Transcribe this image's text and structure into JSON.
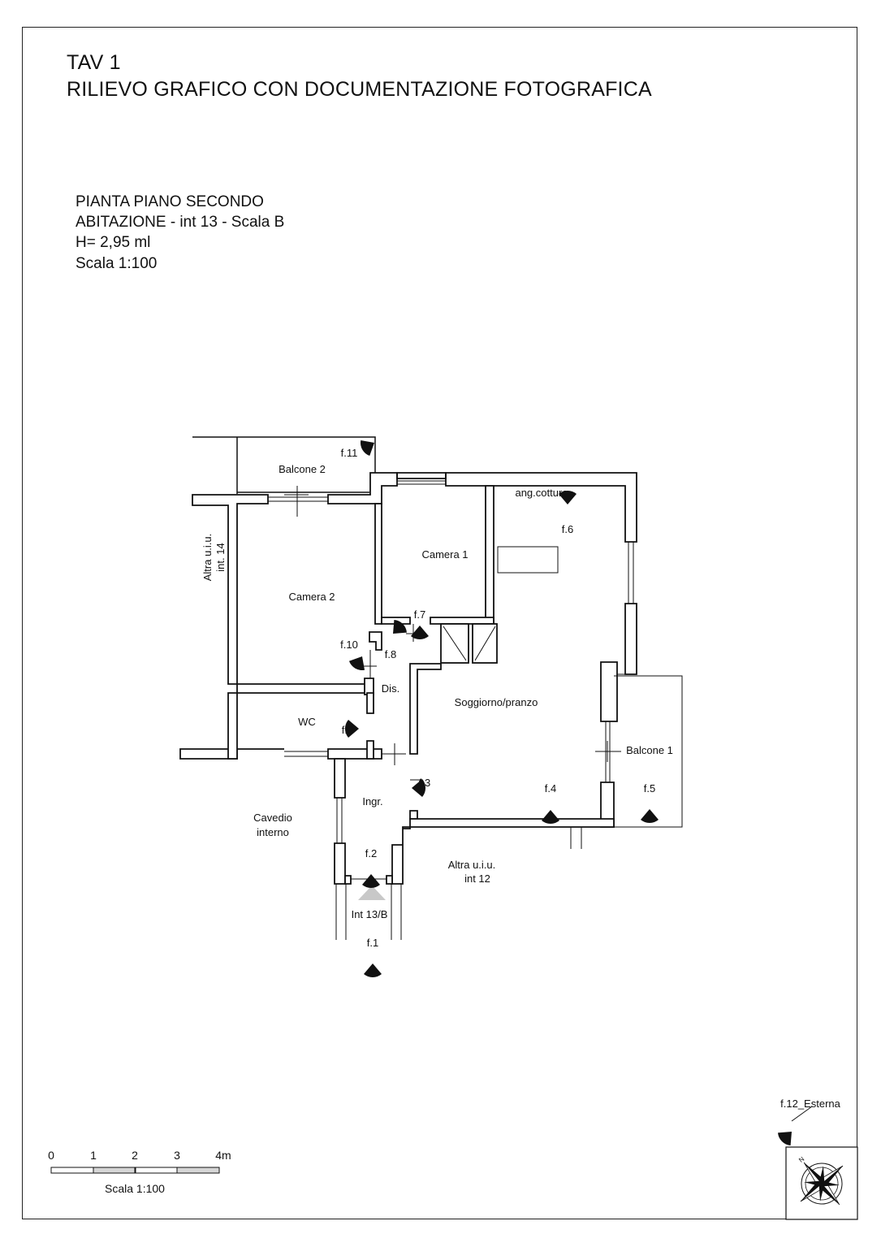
{
  "header": {
    "tav": "TAV 1",
    "subtitle": "RILIEVO GRAFICO CON DOCUMENTAZIONE FOTOGRAFICA"
  },
  "info": {
    "line1": "PIANTA PIANO SECONDO",
    "line2": "ABITAZIONE - int 13 - Scala B",
    "line3": "H= 2,95 ml",
    "line4": "Scala 1:100"
  },
  "rooms": {
    "balcone2": "Balcone 2",
    "camera1": "Camera 1",
    "camera2": "Camera 2",
    "ang_cottura": "ang.cottura",
    "soggiorno": "Soggiorno/pranzo",
    "dis": "Dis.",
    "wc": "WC",
    "balcone1": "Balcone 1",
    "ingr": "Ingr.",
    "cavedio_1": "Cavedio",
    "cavedio_2": "interno",
    "altra12_1": "Altra u.i.u.",
    "altra12_2": "int 12",
    "altra14_1": "Altra u.i.u.",
    "altra14_2": "int. 14",
    "int13b": "Int 13/B"
  },
  "photos": {
    "f1": "f.1",
    "f2": "f.2",
    "f3": "f.3",
    "f4": "f.4",
    "f5": "f.5",
    "f6": "f.6",
    "f7": "f.7",
    "f8": "f.8",
    "f9": "f.9",
    "f10": "f.10",
    "f11": "f.11",
    "f12": "f.12_Esterna"
  },
  "scale_bar": {
    "ticks": [
      "0",
      "1",
      "2",
      "3",
      "4m"
    ],
    "label": "Scala 1:100"
  },
  "colors": {
    "line": "#111111",
    "fill": "#ffffff",
    "scale_fill": "#d6d6d6",
    "entry_arrow": "#c8c8c8"
  },
  "icons": {
    "compass": "compass-rose-icon",
    "photo_marker": "camera-cone-icon"
  }
}
